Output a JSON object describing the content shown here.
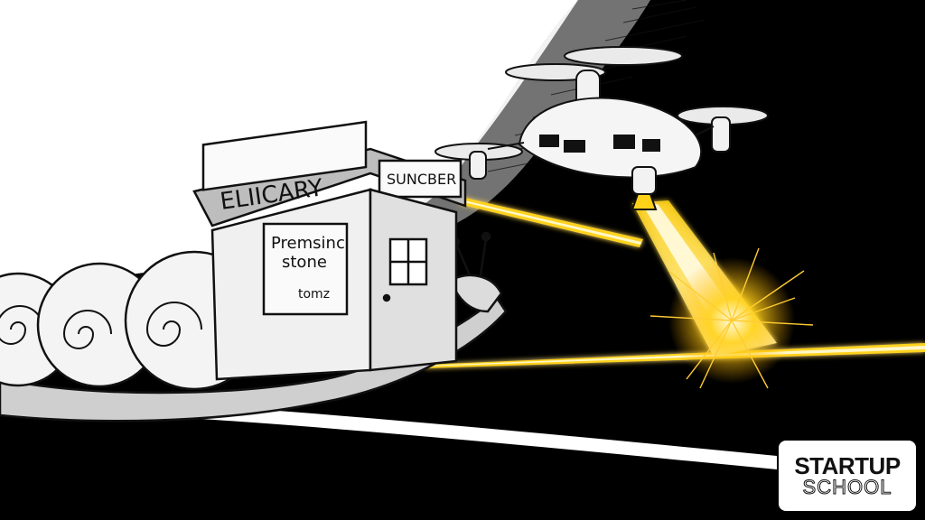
{
  "image": {
    "kiosk": {
      "sign_left": "ELIICARY",
      "sign_right": "SUNCBER",
      "window_line1": "Premsinc",
      "window_line2": "stone",
      "window_line3": "tomz"
    },
    "logo": {
      "line1": "STARTUP",
      "line2": "SCHOOL"
    },
    "colors": {
      "background": "#000000",
      "sky": "#ffffff",
      "laser": "#ffd21a",
      "laser_core": "#fff7c8",
      "ink": "#111111"
    }
  }
}
